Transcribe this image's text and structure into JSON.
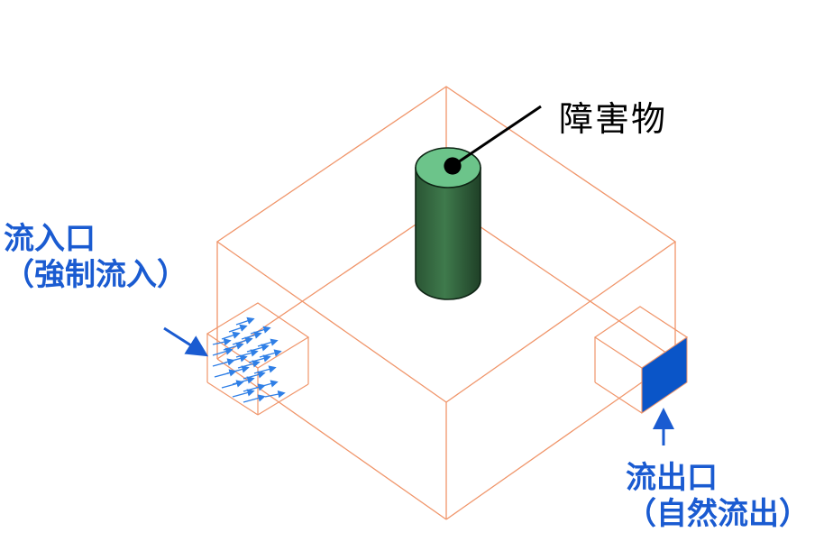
{
  "labels": {
    "obstacle": "障害物",
    "inlet_line1": "流入口",
    "inlet_line2": "（強制流入）",
    "outlet_line1": "流出口",
    "outlet_line2": "（自然流出）"
  },
  "colors": {
    "box_edge": "#f0956a",
    "label_blue": "#1a5bd1",
    "outlet_face": "#0a55c8",
    "arrow": "#2f7fe6",
    "cylinder_top": "#6cc48a",
    "cylinder_side": "#2f5f3c"
  },
  "icons": {
    "obstacle": "cylinder-icon",
    "inlet_flow": "velocity-arrows-icon",
    "outlet": "outlet-face-icon"
  }
}
